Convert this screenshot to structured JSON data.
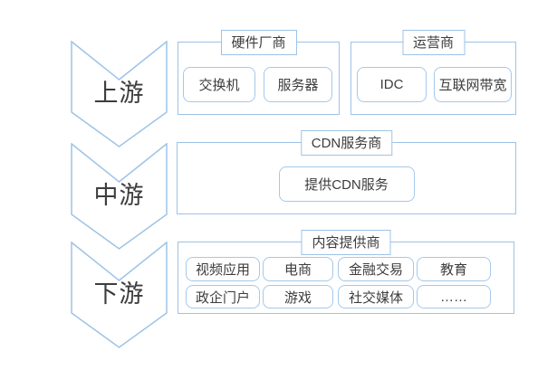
{
  "colors": {
    "background": "#ffffff",
    "line": "#9dc3e6",
    "pill_line": "#a5c8ec",
    "text": "#3d3d3d"
  },
  "stages": [
    {
      "label": "上游"
    },
    {
      "label": "中游"
    },
    {
      "label": "下游"
    }
  ],
  "groups": {
    "hardware": {
      "title": "硬件厂商",
      "items": [
        "交换机",
        "服务器"
      ]
    },
    "carrier": {
      "title": "运营商",
      "items": [
        "IDC",
        "互联网带宽"
      ]
    },
    "cdn": {
      "title": "CDN服务商",
      "items": [
        "提供CDN服务"
      ]
    },
    "content": {
      "title": "内容提供商",
      "items": [
        "视频应用",
        "电商",
        "金融交易",
        "教育",
        "政企门户",
        "游戏",
        "社交媒体",
        "……"
      ]
    }
  }
}
